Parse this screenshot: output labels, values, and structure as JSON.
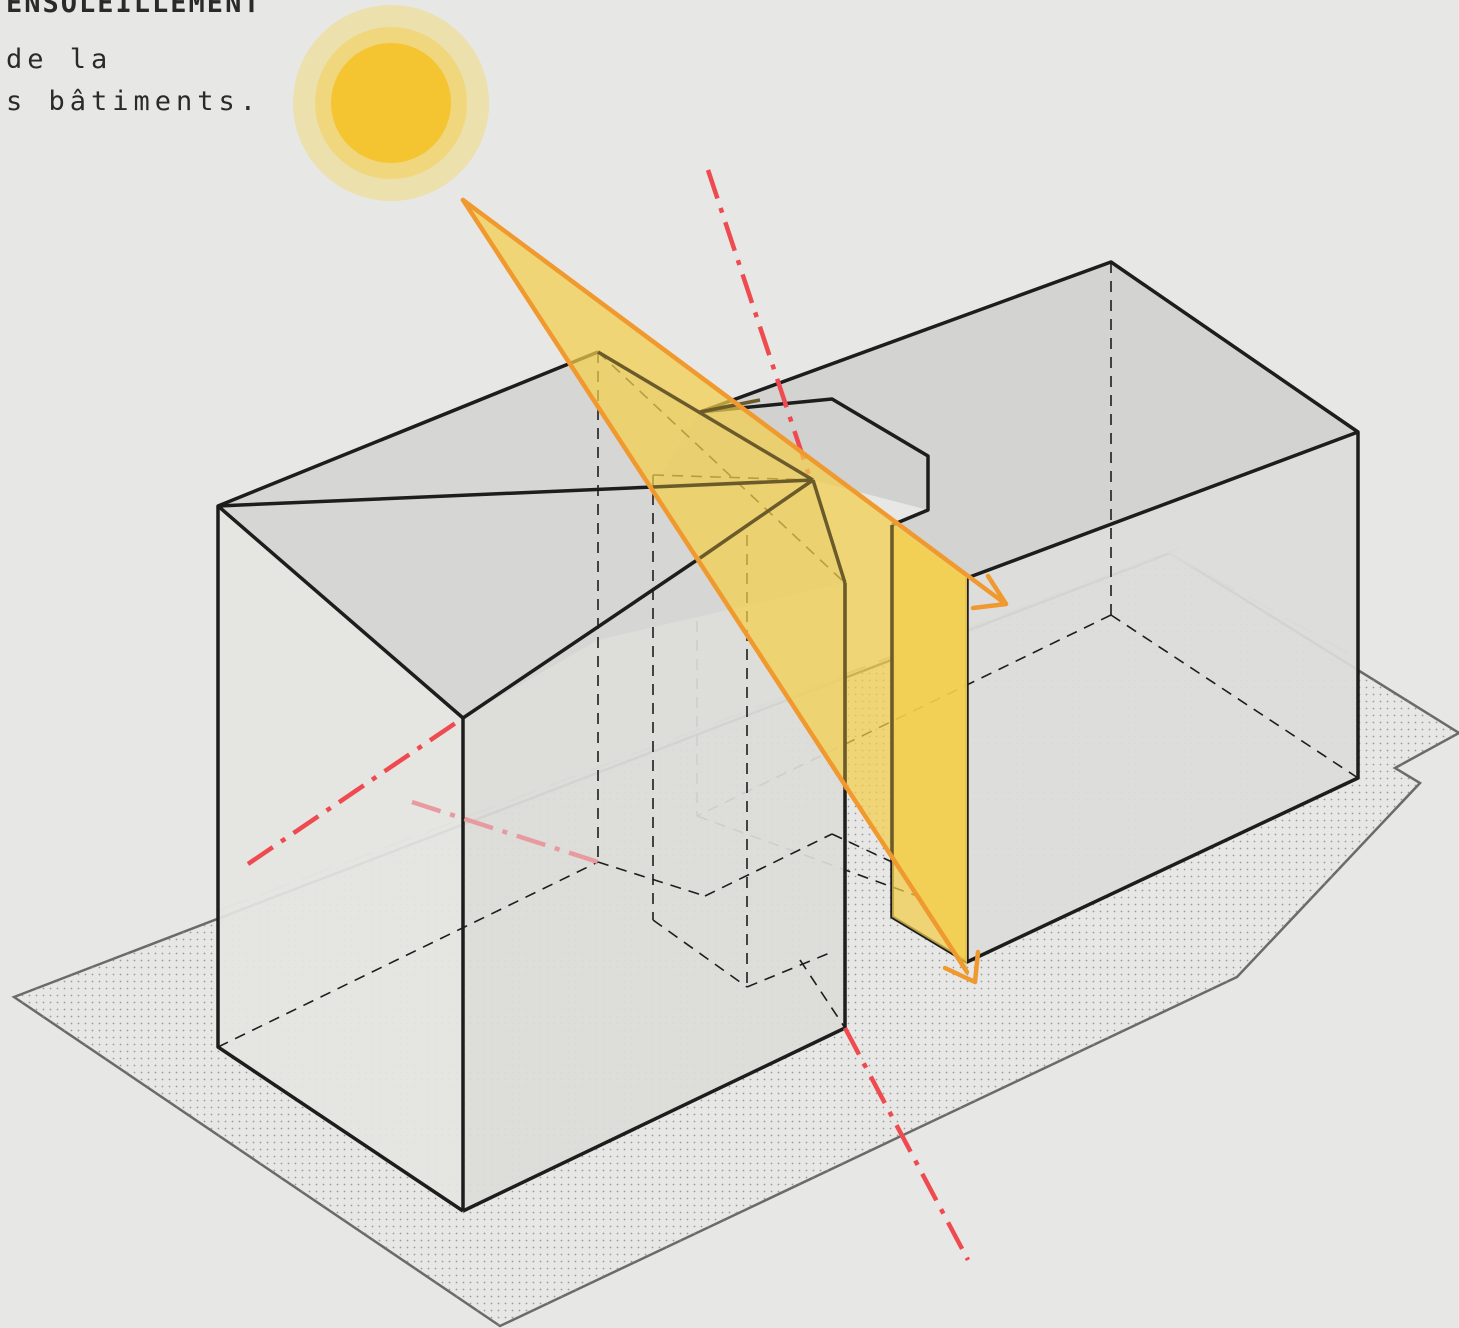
{
  "caption": {
    "title": "ENSOLEILLEMENT",
    "line1": "de la",
    "line2": "s bâtiments."
  },
  "colors": {
    "background": "#e7e7e5",
    "sun_core": "#f5c531",
    "sun_halo_inner": "#f0d77e",
    "sun_halo_outer": "#ece0ad",
    "sun_ray": "#f0992e",
    "shadow_fill": "#f2cf4a",
    "axis_red": "#ef4a4f",
    "building_top": "#d4d4d2",
    "building_side": "#dcdcda",
    "building_front": "#e5e5e3",
    "outline": "#1d1d1d",
    "ground_outline": "#6a6a6a"
  },
  "icons": {
    "sun": "sun-icon",
    "arrow": "arrow-head-icon"
  }
}
